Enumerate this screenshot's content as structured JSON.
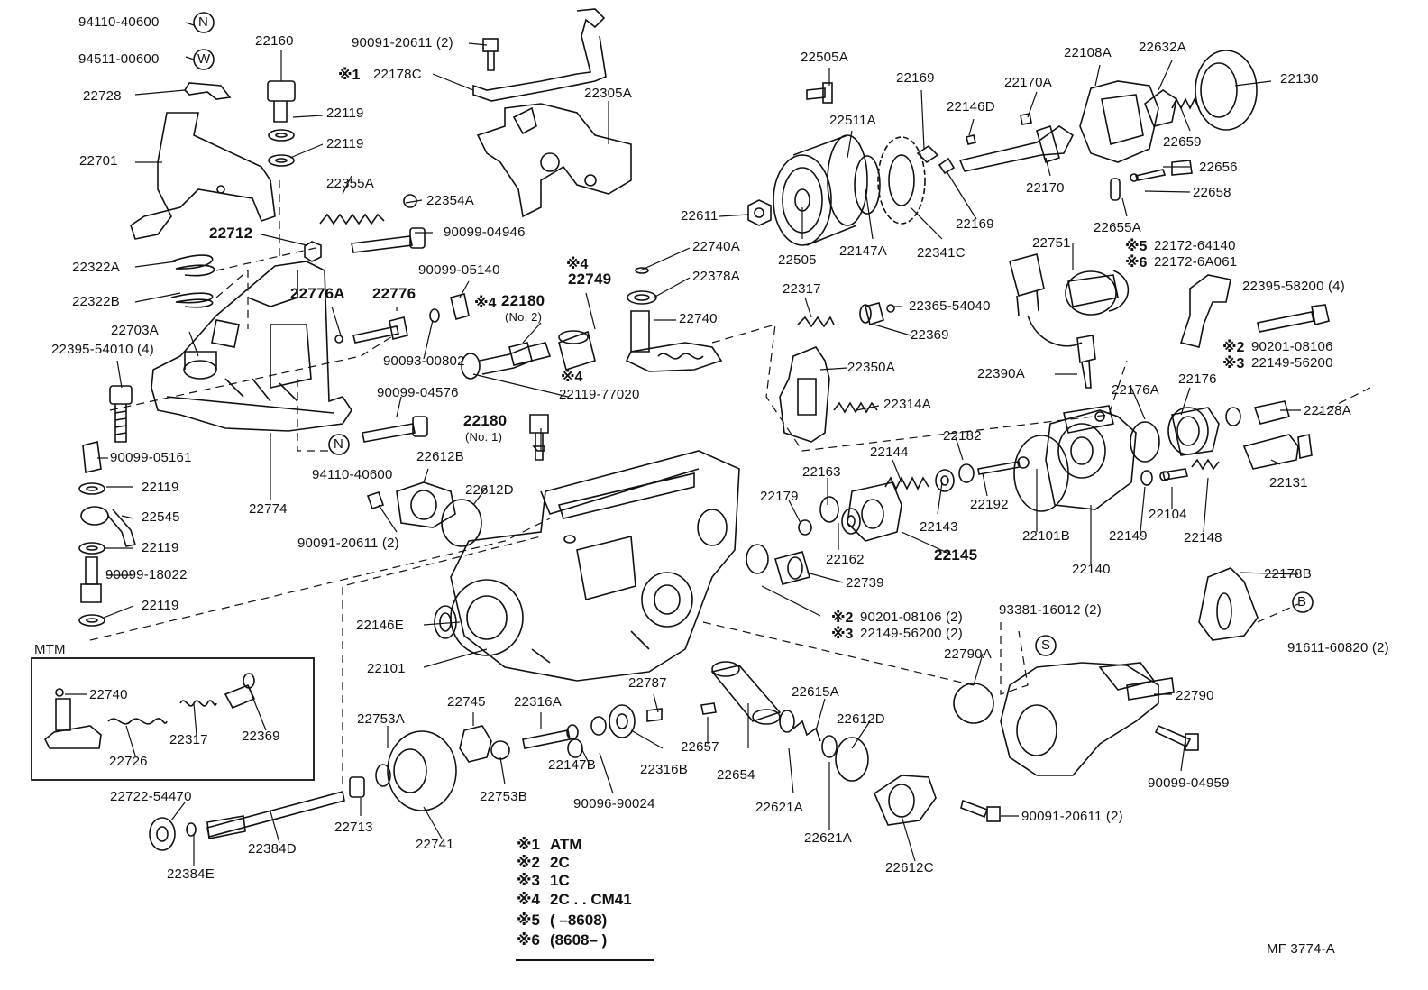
{
  "labels": {
    "l94110_40600_top": "94110-40600",
    "l94511_00600": "94511-00600",
    "l22160": "22160",
    "l22728": "22728",
    "l22119_a": "22119",
    "l22119_b": "22119",
    "l22701": "22701",
    "l22355A": "22355A",
    "l22354A": "22354A",
    "l22712": "22712",
    "l90099_04946": "90099-04946",
    "l22322A": "22322A",
    "l22322B": "22322B",
    "l22776A": "22776A",
    "l22776": "22776",
    "l90099_05140": "90099-05140",
    "l22703A": "22703A",
    "l22395_54010": "22395-54010 (4)",
    "l90093_00802": "90093-00802",
    "l90099_04576": "90099-04576",
    "l90099_05161": "90099-05161",
    "l94110_40600_bot": "94110-40600",
    "l22774": "22774",
    "l22119_c": "22119",
    "l22545": "22545",
    "l22119_d": "22119",
    "l90099_18022": "90099-18022",
    "l22119_e": "22119",
    "l90091_20611_top": "90091-20611 (2)",
    "l22178C": "22178C",
    "l22305A": "22305A",
    "l22749": "22749",
    "l22180": "22180",
    "l22180_no2": "(No. 2)",
    "l22119_77020": "22119-77020",
    "l22180_b": "22180",
    "l22180_no1": "(No. 1)",
    "l22612B": "22612B",
    "l22612D_a": "22612D",
    "l90091_20611_mid": "90091-20611 (2)",
    "l22740A": "22740A",
    "l22378A": "22378A",
    "l22740": "22740",
    "l22505A": "22505A",
    "l22169_a": "22169",
    "l22511A": "22511A",
    "l22170A": "22170A",
    "l22146D": "22146D",
    "l22108A": "22108A",
    "l22632A": "22632A",
    "l22130": "22130",
    "l22659": "22659",
    "l22656": "22656",
    "l22170": "22170",
    "l22658": "22658",
    "l22611": "22611",
    "l22505": "22505",
    "l22147A": "22147A",
    "l22341C": "22341C",
    "l22169_b": "22169",
    "l22655A": "22655A",
    "l22751": "22751",
    "l22172_64140": "22172-64140",
    "l22172_6A061": "22172-6A061",
    "l22317": "22317",
    "l22365_54040": "22365-54040",
    "l22395_58200": "22395-58200 (4)",
    "l22369": "22369",
    "l90201_08106_a": "90201-08106",
    "l22149_56200_a": "22149-56200",
    "l22350A": "22350A",
    "l22390A": "22390A",
    "l22176A": "22176A",
    "l22176": "22176",
    "l22314A": "22314A",
    "l22128A": "22128A",
    "l22182": "22182",
    "l22144": "22144",
    "l22163": "22163",
    "l22131": "22131",
    "l22179": "22179",
    "l22143": "22143",
    "l22192": "22192",
    "l22104": "22104",
    "l22162": "22162",
    "l22145": "22145",
    "l22101B": "22101B",
    "l22149": "22149",
    "l22148": "22148",
    "l22140": "22140",
    "l22739": "22739",
    "l22178B": "22178B",
    "l90201_08106_b": "90201-08106 (2)",
    "l22149_56200_b": "22149-56200 (2)",
    "l93381_16012": "93381-16012 (2)",
    "l91611_60820": "91611-60820 (2)",
    "l22146E": "22146E",
    "l22101": "22101",
    "l22790A": "22790A",
    "l22790": "22790",
    "l22787": "22787",
    "l22745": "22745",
    "l22316A": "22316A",
    "l22615A": "22615A",
    "l22612D_b": "22612D",
    "l22753A": "22753A",
    "l22657": "22657",
    "l22147B": "22147B",
    "l22316B": "22316B",
    "l22654": "22654",
    "l22753B": "22753B",
    "l90096_90024": "90096-90024",
    "l22621A_a": "22621A",
    "l90099_04959": "90099-04959",
    "l22722_54470": "22722-54470",
    "l90091_20611_bot": "90091-20611 (2)",
    "l22713": "22713",
    "l22741": "22741",
    "l22384D": "22384D",
    "l22384E": "22384E",
    "l22621A_b": "22621A",
    "l22612C": "22612C",
    "l22740_mtm": "22740",
    "l22726": "22726",
    "l22317_mtm": "22317",
    "l22369_mtm": "22369"
  },
  "markers": {
    "m1": "※1",
    "m2": "※2",
    "m3": "※3",
    "m4_a": "※4",
    "m4_b": "※4",
    "m4_c": "※4",
    "m5": "※5",
    "m6": "※6",
    "m2_b": "※2",
    "m3_b": "※3",
    "m2_c": "※2",
    "m3_c": "※3"
  },
  "circles": {
    "c_N_top": "N",
    "c_W": "W",
    "c_N_bot": "N",
    "c_B": "B",
    "c_S": "S"
  },
  "mtm_title": "MTM",
  "legend": [
    {
      "mark": "※1",
      "text": "ATM"
    },
    {
      "mark": "※2",
      "text": "2C"
    },
    {
      "mark": "※3",
      "text": "1C"
    },
    {
      "mark": "※4",
      "text": "2C . . CM41"
    },
    {
      "mark": "※5",
      "text": "(       –8608)"
    },
    {
      "mark": "※6",
      "text": "(8608–        )"
    }
  ],
  "figure_code": "MF  3774-A"
}
